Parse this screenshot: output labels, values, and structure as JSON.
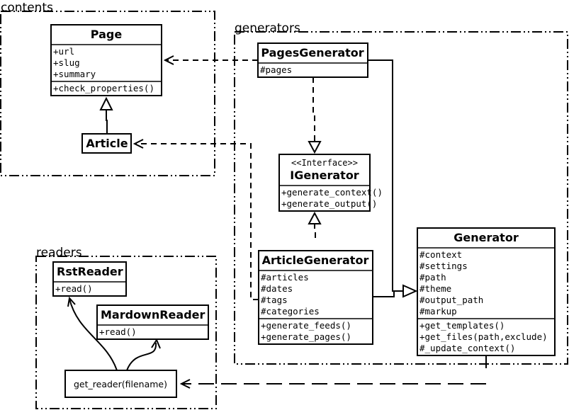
{
  "packages": {
    "contents": "contents",
    "generators": "generators",
    "readers": "readers"
  },
  "classes": {
    "page": {
      "name": "Page",
      "attrs": [
        "+url",
        "+slug",
        "+summary"
      ],
      "methods": [
        "+check_properties()"
      ]
    },
    "article": {
      "name": "Article"
    },
    "pages_generator": {
      "name": "PagesGenerator",
      "attrs": [
        "#pages"
      ]
    },
    "igenerator": {
      "stereotype": "<<Interface>>",
      "name": "IGenerator",
      "methods": [
        "+generate_context()",
        "+generate_output()"
      ]
    },
    "article_generator": {
      "name": "ArticleGenerator",
      "attrs": [
        "#articles",
        "#dates",
        "#tags",
        "#categories"
      ],
      "methods": [
        "+generate_feeds()",
        "+generate_pages()"
      ]
    },
    "generator": {
      "name": "Generator",
      "attrs": [
        "#context",
        "#settings",
        "#path",
        "#theme",
        "#output_path",
        "#markup"
      ],
      "methods": [
        "+get_templates()",
        "+get_files(path,exclude)",
        "#_update_context()"
      ]
    },
    "rst_reader": {
      "name": "RstReader",
      "methods": [
        "+read()"
      ]
    },
    "markdown_reader": {
      "name": "MardownReader",
      "methods": [
        "+read()"
      ]
    },
    "get_reader": {
      "name": "get_reader(filename)"
    }
  }
}
